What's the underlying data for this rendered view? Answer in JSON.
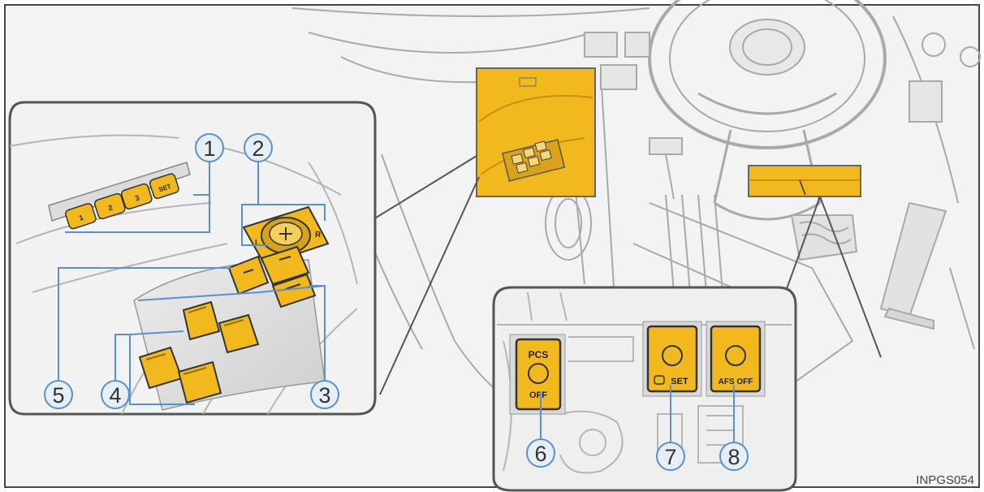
{
  "figure_code": "INPGS054",
  "callouts": [
    "1",
    "2",
    "3",
    "4",
    "5",
    "6",
    "7",
    "8"
  ],
  "buttons": {
    "pcs_top": "PCS",
    "pcs_bottom": "OFF",
    "set_label": "SET",
    "afs_label": "AFS OFF"
  },
  "colors": {
    "highlight": "#f2b91f",
    "highlight_dark": "#c7910a",
    "leader": "#5a8fd0",
    "callout_fill": "#e6eef8",
    "line_art": "#a9a9a9",
    "inset_border": "#555555"
  }
}
